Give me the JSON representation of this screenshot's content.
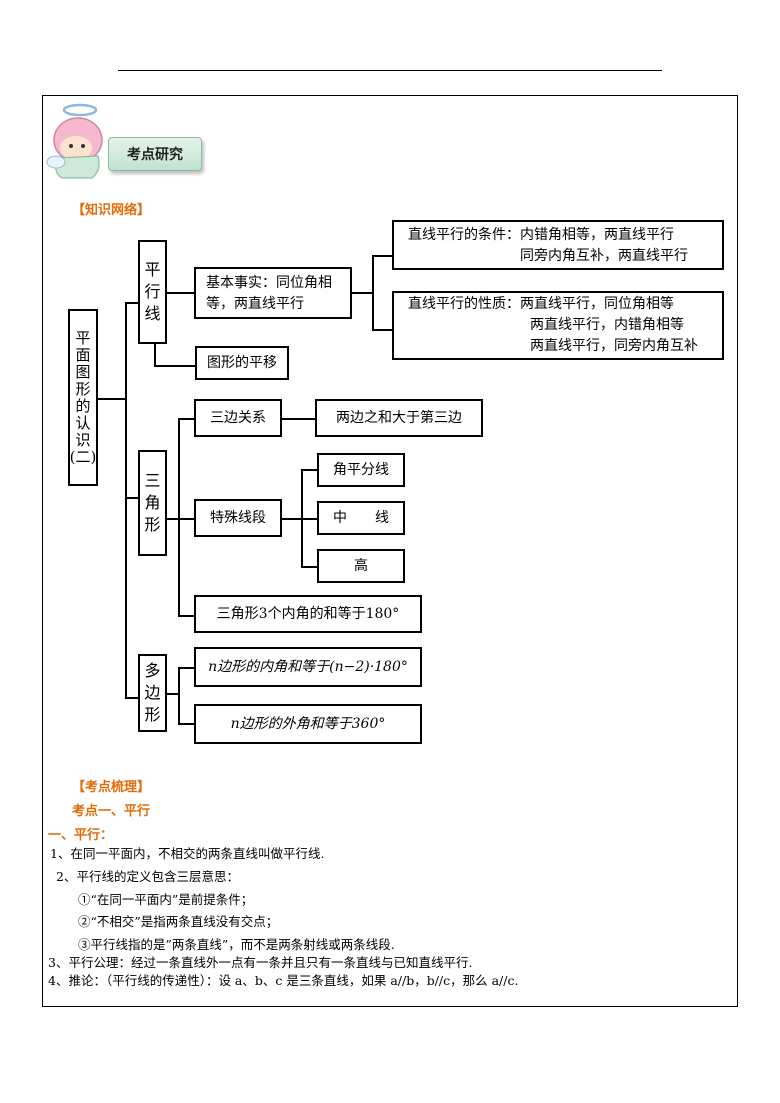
{
  "header": {
    "badge_label": "考点研究"
  },
  "knowledge_network": {
    "heading": "【知识网络】",
    "root": [
      "平",
      "面",
      "图",
      "形",
      "的",
      "认",
      "识",
      "(",
      "二",
      ")"
    ],
    "parallel": {
      "label": [
        "平",
        "行",
        "线"
      ],
      "basic_fact": [
        "基本事实：同位角相",
        "等，两直线平行"
      ],
      "conditions": [
        "直线平行的条件：内错角相等，两直线平行",
        "同旁内角互补，两直线平行"
      ],
      "properties": [
        "直线平行的性质：两直线平行，同位角相等",
        "两直线平行，内错角相等",
        "两直线平行，同旁内角互补"
      ],
      "translation": "图形的平移"
    },
    "triangle": {
      "label": [
        "三",
        "角",
        "形"
      ],
      "side_relation": "三边关系",
      "side_rule": "两边之和大于第三边",
      "special_segments": "特殊线段",
      "bisector": "角平分线",
      "median": "中　　线",
      "altitude": "高",
      "angle_sum": "三角形3个内角的和等于180°"
    },
    "polygon": {
      "label": [
        "多",
        "边",
        "形"
      ],
      "interior": "n边形的内角和等于(n−2)·180°",
      "exterior": "n边形的外角和等于360°"
    }
  },
  "review": {
    "heading": "【考点梳理】",
    "point_title": "考点一、平行",
    "section_title": "一、平行：",
    "items": [
      "1、在同一平面内，不相交的两条直线叫做平行线.",
      "2、平行线的定义包含三层意思：",
      "①“在同一平面内”是前提条件；",
      "②“不相交”是指两条直线没有交点；",
      "③平行线指的是”两条直线”，而不是两条射线或两条线段.",
      "3、平行公理：经过一条直线外一点有一条并且只有一条直线与已知直线平行.",
      "4、推论：（平行线的传递性）：设 a、b、c 是三条直线，如果 a//b，b//c，那么 a//c."
    ]
  }
}
